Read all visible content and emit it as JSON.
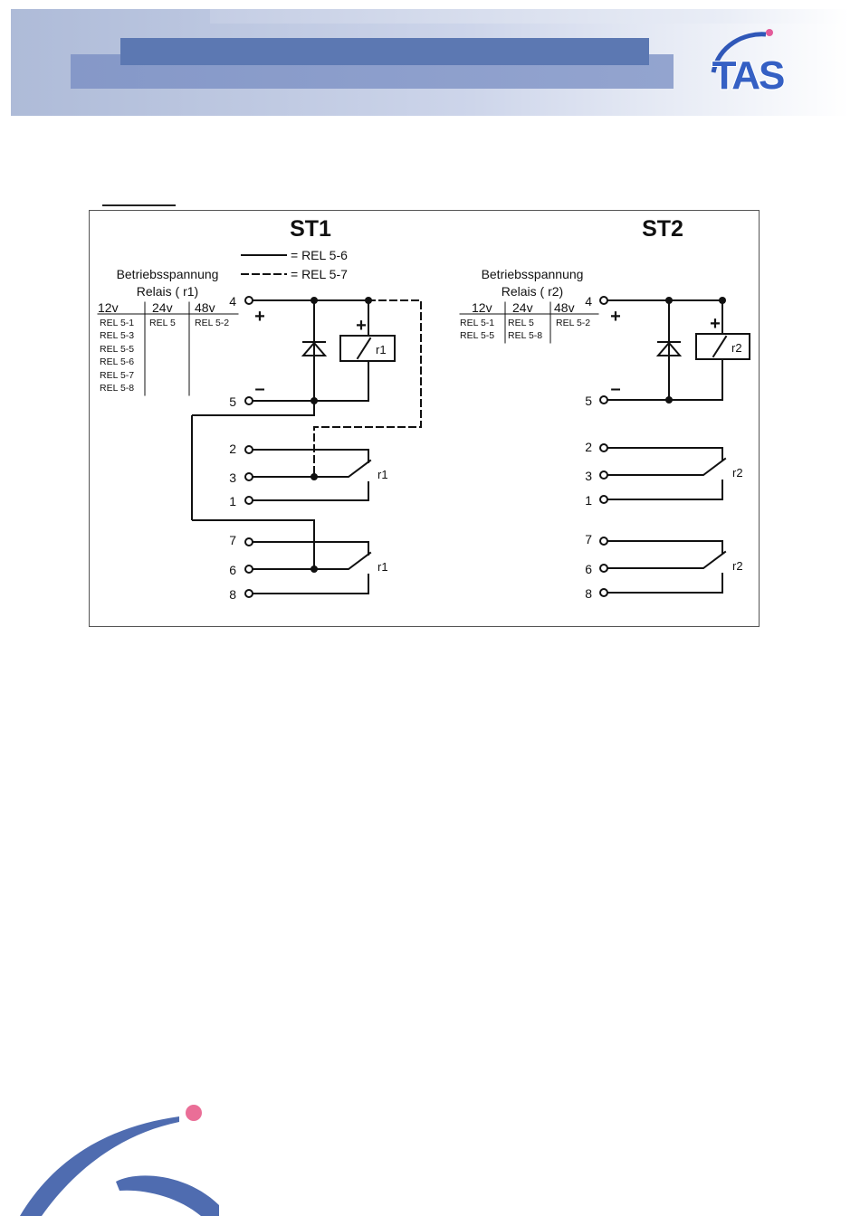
{
  "logo": {
    "text": "TAS"
  },
  "st1": {
    "title": "ST1",
    "legend": {
      "dotted": "= REL 5-6",
      "dashed": "= REL 5-7"
    },
    "supply_label_1": "Betriebsspannung",
    "supply_label_2": "Relais ( r1)",
    "voltage_headers": [
      "12v",
      "24v",
      "48v"
    ],
    "col_12v": [
      "REL 5-1",
      "REL 5-3",
      "REL 5-5",
      "REL 5-6",
      "REL 5-7",
      "REL 5-8"
    ],
    "col_24v": [
      "REL 5"
    ],
    "col_48v": [
      "REL 5-2"
    ],
    "relay": "r1",
    "plus": "+",
    "minus": "–"
  },
  "st2": {
    "title": "ST2",
    "supply_label_1": "Betriebsspannung",
    "supply_label_2": "Relais ( r2)",
    "voltage_headers": [
      "12v",
      "24v",
      "48v"
    ],
    "col_12v": [
      "REL 5-1",
      "REL 5-5"
    ],
    "col_24v": [
      "REL 5",
      "REL 5-8"
    ],
    "col_48v": [
      "REL 5-2"
    ],
    "relay": "r2",
    "plus": "+",
    "minus": "–"
  },
  "terminals": {
    "t4": "4",
    "t5": "5",
    "t2": "2",
    "t3": "3",
    "t1": "1",
    "t7": "7",
    "t6": "6",
    "t8": "8"
  }
}
